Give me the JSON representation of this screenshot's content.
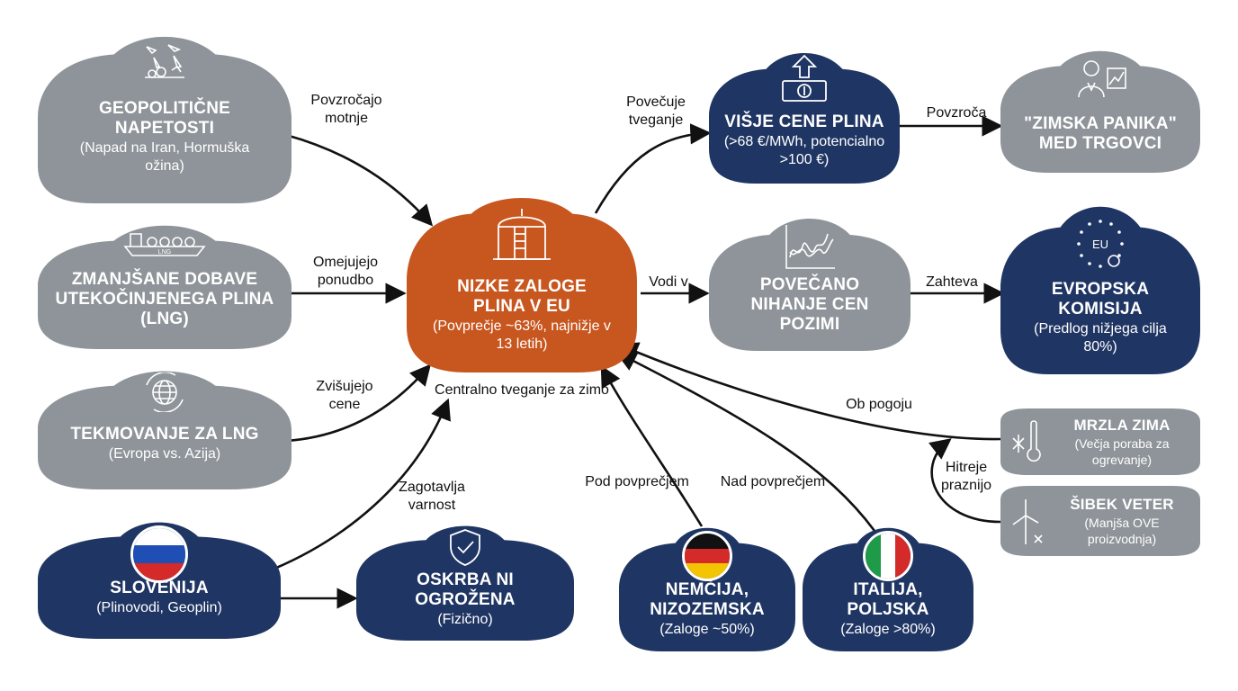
{
  "nodes": {
    "geopolitics": {
      "title": "GEOPOLITIČNE NAPETOSTI",
      "sub": "(Napad na Iran, Hormuška ožina)",
      "icon": "military-jets-icon"
    },
    "lng_supply": {
      "title": "ZMANJŠANE DOBAVE UTEKOČINJENEGA PLINA (LNG)",
      "icon": "lng-tanker-icon",
      "icon_text": "LNG"
    },
    "lng_competition": {
      "title": "TEKMOVANJE ZA LNG",
      "sub": "(Evropa vs. Azija)",
      "icon": "globe-cycle-icon"
    },
    "slovenia": {
      "title": "SLOVENIJA",
      "sub": "(Plinovodi, Geoplin)",
      "icon": "slovenia-flag-icon"
    },
    "supply_safe": {
      "title": "OSKRBA NI OGROŽENA",
      "sub": "(Fizično)",
      "icon": "shield-check-icon"
    },
    "central": {
      "title": "NIZKE ZALOGE PLINA V EU",
      "sub": "(Povprečje ~63%, najnižje v 13 letih)",
      "icon": "gas-storage-tank-icon"
    },
    "higher_prices": {
      "title": "VIŠJE CENE PLINA",
      "sub": "(>68 €/MWh, potencialno >100 €)",
      "icon": "price-up-icon"
    },
    "winter_panic": {
      "title": "\"ZIMSKA PANIKA\" MED TRGOVCI",
      "icon": "trader-chart-icon"
    },
    "volatility": {
      "title": "POVEČANO NIHANJE CEN POZIMI",
      "icon": "volatile-chart-icon"
    },
    "commission": {
      "title": "EVROPSKA KOMISIJA",
      "sub": "(Predlog nižjega cilja 80%)",
      "icon": "eu-stars-gear-icon",
      "icon_text": "EU"
    },
    "germany": {
      "title": "NEMČIJA, NIZOZEMSKA",
      "sub": "(Zaloge ~50%)",
      "icon": "germany-flag-icon"
    },
    "italy": {
      "title": "ITALIJA, POLJSKA",
      "sub": "(Zaloge >80%)",
      "icon": "italy-flag-icon"
    },
    "cold_winter": {
      "title": "MRZLA ZIMA",
      "sub": "(Večja poraba za ogrevanje)",
      "icon": "thermometer-snow-icon"
    },
    "weak_wind": {
      "title": "ŠIBEK VETER",
      "sub": "(Manjša OVE proizvodnja)",
      "icon": "wind-turbine-icon"
    }
  },
  "edge_labels": {
    "geopolitics_central": "Povzročajo motnje",
    "lng_central": "Omejujejo ponudbo",
    "competition_central": "Zvišujejo cene",
    "slovenia_central": "Zagotavlja varnost",
    "central_prices": "Povečuje tveganje",
    "prices_panic": "Povzroča",
    "central_volatility": "Vodi v",
    "volatility_commission": "Zahteva",
    "cold_central": "Ob pogoju",
    "wind_cold": "Hitreje praznijo",
    "germany_central": "Pod povprečjem",
    "italy_central": "Nad povprečjem",
    "central_caption": "Centralno tveganje za zimo"
  },
  "colors": {
    "gray": "#8e9499",
    "navy": "#1f3563",
    "orange": "#c8561f",
    "arrow": "#111111"
  }
}
